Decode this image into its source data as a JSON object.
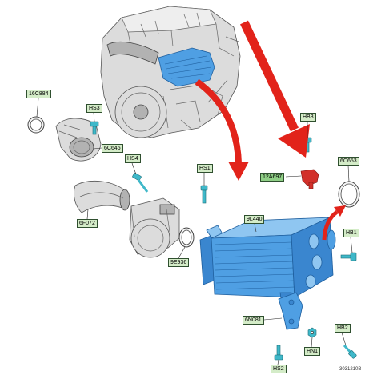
{
  "callouts": [
    "16C884",
    "HS3",
    "6C646",
    "HS4",
    "HS1",
    "6F072",
    "9E936",
    "9L440",
    "HB3",
    "12A697",
    "6C653",
    "HB1",
    "6N081",
    "HB2",
    "HN1",
    "HS2"
  ],
  "figure_code": "3031210B",
  "colors": {
    "arrow": "#e2231a",
    "highlight": "#4f9fe3",
    "callout_fill": "#d4ecc8",
    "fastener": "#3fb8c9"
  }
}
